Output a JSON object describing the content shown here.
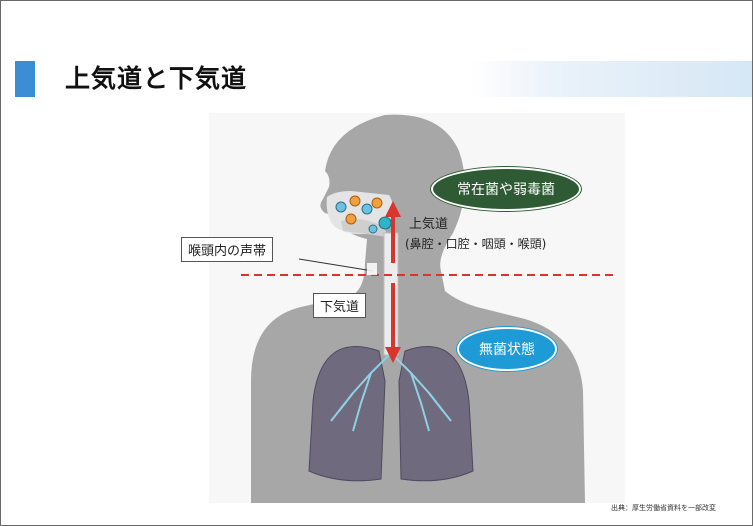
{
  "title": "上気道と下気道",
  "labels": {
    "vocal_cords": "喉頭内の声帯",
    "upper_airway": "上気道",
    "upper_airway_detail": "(鼻腔・口腔・咽頭・喉頭)",
    "lower_airway": "下気道",
    "bacteria_bubble": "常在菌や弱毒菌",
    "sterile_bubble": "無菌状態"
  },
  "source": "出典：厚生労働省資料を一部改変",
  "colors": {
    "accent": "#3b8ed3",
    "arrow": "#d9352f",
    "boundary_line": "#d9352f",
    "silhouette": "#a9a9a9",
    "bacteria_bubble": "#2e5a34",
    "sterile_bubble": "#1e9ad6"
  }
}
